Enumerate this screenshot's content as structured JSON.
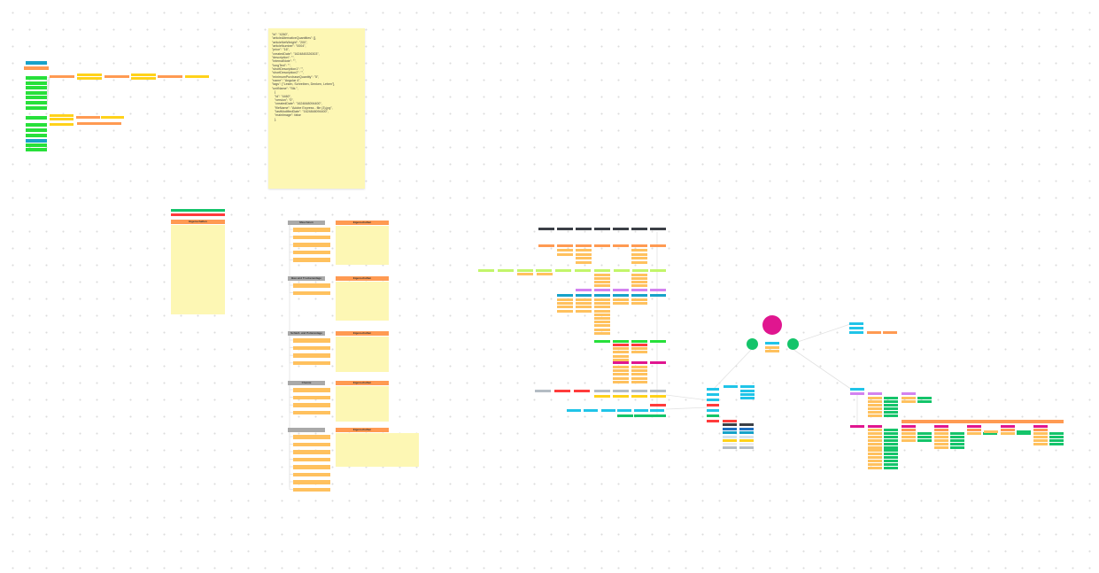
{
  "json_note": {
    "lines": [
      "\"id\": \"4260\",",
      "\"articleAlternativeQuantities\": [],",
      "\"articleNetWeight\": \"200\",",
      "\"articleNumber\": \"0004\",",
      "\"price\": \"16\",",
      "\"createdDate\": \"1624845326303\",",
      "\"description\": \"\",",
      "\"internalNote\": \"\",",
      "\"longText\": \"\",",
      "\"shortDescription1\": \"\",",
      "\"shortDescription2\": \"\",",
      "\"minimumPurchaseQuantity\": \"5\",",
      "\"name\": \"Angular 4\",",
      "\"tags\": [\"Lesen, Schreiben, Denken, Leben\"],",
      "\"unitName\": \"Stk.\",",
      "   {",
      "   \"id\": \"4460\",",
      "   \"version\": \"0\",",
      "   \"createdDate\": \"1624848094400\",",
      "   \"fileName\": \"Adobe Express - file (3).jpg\",",
      "   \"lastModifiedDate\": \"1624848094400\",",
      "   \"mainImage\": false",
      "   },"
    ]
  },
  "properties_card": {
    "title": "Eigenschaften"
  },
  "groups": [
    {
      "title": "Maschinen",
      "properties": "Eigenschaften",
      "items": [
        "",
        "",
        "",
        "",
        ""
      ]
    },
    {
      "title": "Bau und Trockenanlage",
      "properties": "Eigenschaften",
      "items": [
        "",
        ""
      ]
    },
    {
      "title": "Schleif- und Polieranlage",
      "properties": "Eigenschaften",
      "items": [
        "",
        "",
        "",
        ""
      ]
    },
    {
      "title": "Chemie",
      "properties": "Eigenschaften",
      "items": [
        "",
        "",
        "",
        ""
      ]
    },
    {
      "title": "",
      "properties": "Eigenschaften",
      "items": [
        "",
        "",
        "",
        "",
        "",
        "",
        "",
        ""
      ]
    }
  ],
  "colors": {
    "note": "#fdf7b4",
    "orange": "#ff9a52",
    "light_orange": "#ffc15e",
    "green": "#27e03a",
    "teal": "#17a2c9",
    "cyan": "#20c4e8",
    "yellow": "#ffd21a",
    "magenta": "#e0168f",
    "purple": "#d382f0",
    "lime": "#c2f56a",
    "dark": "#3b3f46",
    "gray": "#b4bcc4",
    "red": "#ff3b3b",
    "emerald": "#14c46a"
  }
}
